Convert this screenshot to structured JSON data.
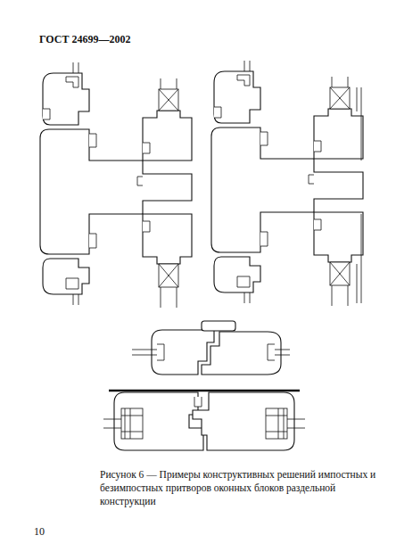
{
  "diagram": {
    "caption": "Рисунок 6 — Примеры конструктивных решений импостных и безимпостных притворов оконных блоков раздельной конструкции",
    "labels": [
      "ГОСТ 24699—2002",
      "10"
    ]
  }
}
